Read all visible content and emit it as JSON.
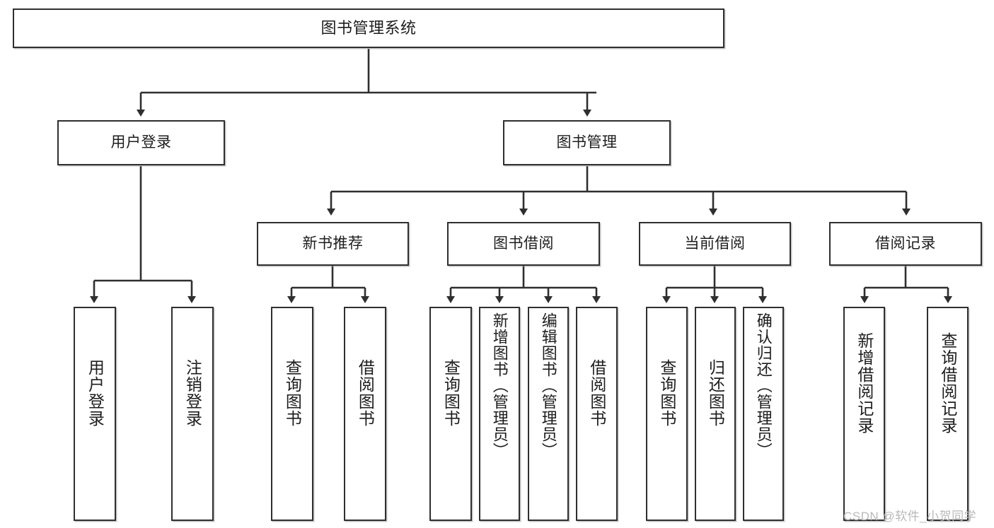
{
  "diagram": {
    "title": "图书管理系统",
    "type": "tree-hierarchy",
    "watermark": "CSDN @软件_小贺同学",
    "colors": {
      "stroke": "#2f2f2f",
      "box_fill": "#ffffff",
      "text": "#1d1d1d",
      "watermark": "#b9b9b9",
      "background": "#ffffff"
    },
    "nodes": {
      "root": {
        "label": "图书管理系统"
      },
      "level2": [
        {
          "label": "用户登录"
        },
        {
          "label": "图书管理"
        }
      ],
      "level3": [
        {
          "label": "新书推荐"
        },
        {
          "label": "图书借阅"
        },
        {
          "label": "当前借阅"
        },
        {
          "label": "借阅记录"
        }
      ],
      "leaves": {
        "user_login": [
          {
            "label": "用户登录"
          },
          {
            "label": "注销登录"
          }
        ],
        "new_book": [
          {
            "label": "查询图书"
          },
          {
            "label": "借阅图书"
          }
        ],
        "book_borrow": [
          {
            "label": "查询图书"
          },
          {
            "label": "新增图书（管理员）"
          },
          {
            "label": "编辑图书（管理员）"
          },
          {
            "label": "借阅图书"
          }
        ],
        "current_borrow": [
          {
            "label": "查询图书"
          },
          {
            "label": "归还图书"
          },
          {
            "label": "确认归还（管理员）"
          }
        ],
        "borrow_record": [
          {
            "label": "新增借阅记录"
          },
          {
            "label": "查询借阅记录"
          }
        ]
      }
    }
  }
}
